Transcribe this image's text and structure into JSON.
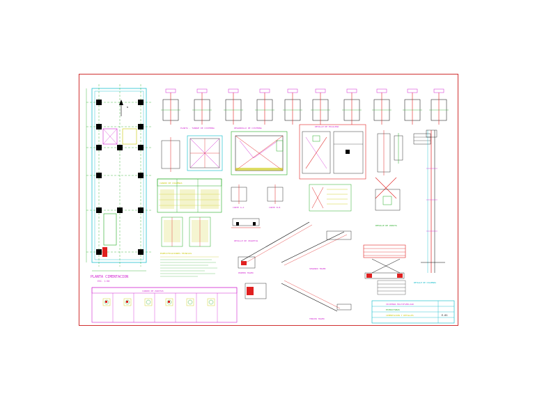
{
  "drawing": {
    "plan_title": "PLANTA CIMENTACION",
    "plan_scale": "ESC. 1:50",
    "detail_titles": [
      "PLANTA - TANQUE DE CISTERNA",
      "DESARROLLO DE CISTERNA",
      "DETALLE DE ESCALERA",
      "DETALLE DE ESCALERA",
      "CORTE A-A",
      "CORTE B-B",
      "DETALLE DE VIGUETAS",
      "PRIMER TRAMO",
      "SEGUNDO TRAMO",
      "TERCER TRAMO",
      "DETALLE DE ZAPATA",
      "DETALLE DE COLUMNAS",
      "CUADRO DE COLUMNAS",
      "ESPECIFICACIONES TECNICAS",
      "CUADRO DE ZAPATAS"
    ],
    "title_block": [
      "VIVIENDA MULTIFAMILIAR",
      "ESTRUCTURAS",
      "CIMENTACION Y DETALLES",
      "E-01"
    ]
  },
  "colors": {
    "sheet_border": "#d03030",
    "cyan": "#00b8c8",
    "green": "#22aa22",
    "magenta": "#d020d0",
    "red": "#e02020",
    "yellow": "#c8c800",
    "blue": "#3050e0",
    "black": "#000000"
  },
  "icons": [
    "north-arrow-icon"
  ]
}
